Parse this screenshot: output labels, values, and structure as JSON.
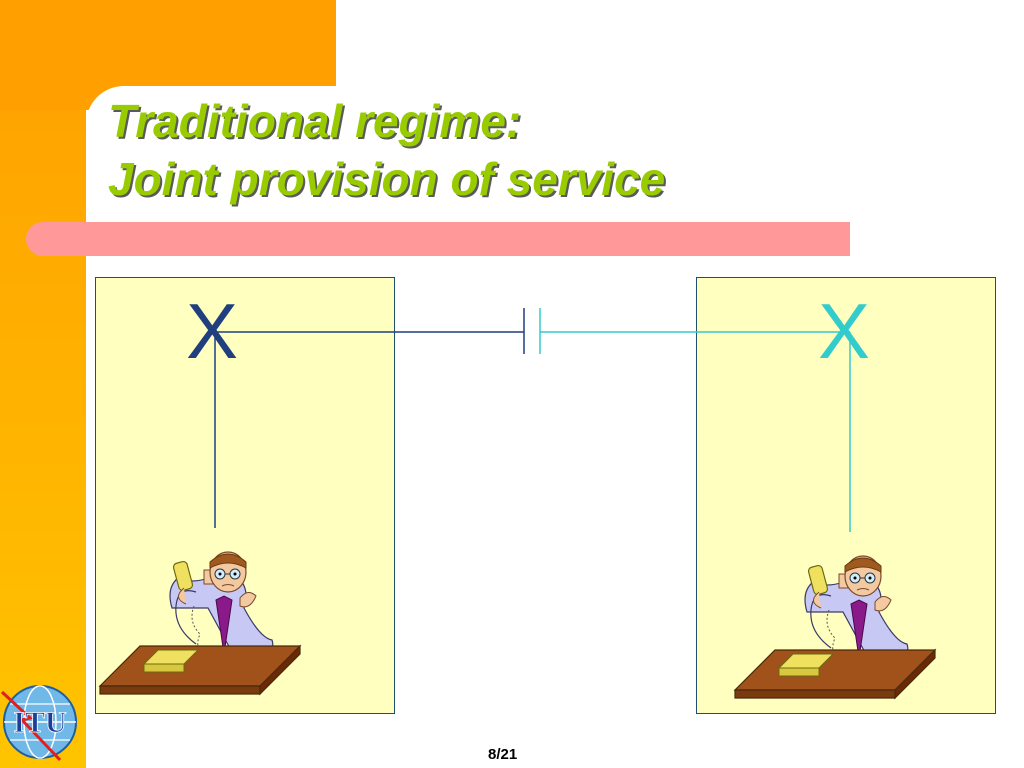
{
  "slide": {
    "title_line1": "Traditional regime:",
    "title_line2": "Joint provision of service",
    "page_number": "8/21"
  },
  "diagram": {
    "left_exchange": {
      "label": "X",
      "color": "#1f3f7f"
    },
    "right_exchange": {
      "label": "X",
      "color": "#33cccc"
    }
  },
  "logo": {
    "text": "ITU"
  },
  "colors": {
    "accent_orange": "#ff9f00",
    "title_green": "#99cc00",
    "pink_bar": "#ff9999",
    "panel_yellow": "#ffffc0",
    "line_left": "#1f3f7f",
    "line_right": "#33cccc"
  }
}
